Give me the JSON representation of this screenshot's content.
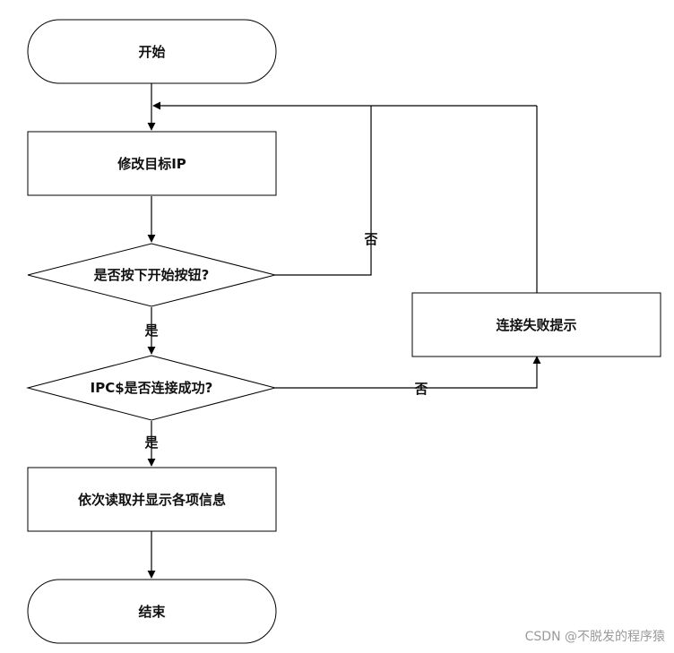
{
  "diagram": {
    "nodes": {
      "start": "开始",
      "modify_ip": "修改目标IP",
      "decision_start_button": "是否按下开始按钮?",
      "decision_ipc_connect": "IPC$是否连接成功?",
      "connect_fail_tip": "连接失败提示",
      "read_display": "依次读取并显示各项信息",
      "end": "结束"
    },
    "edges": {
      "button_no": "否",
      "button_yes": "是",
      "ipc_no": "否",
      "ipc_yes": "是"
    }
  },
  "watermark": "CSDN @不脱发的程序猿"
}
